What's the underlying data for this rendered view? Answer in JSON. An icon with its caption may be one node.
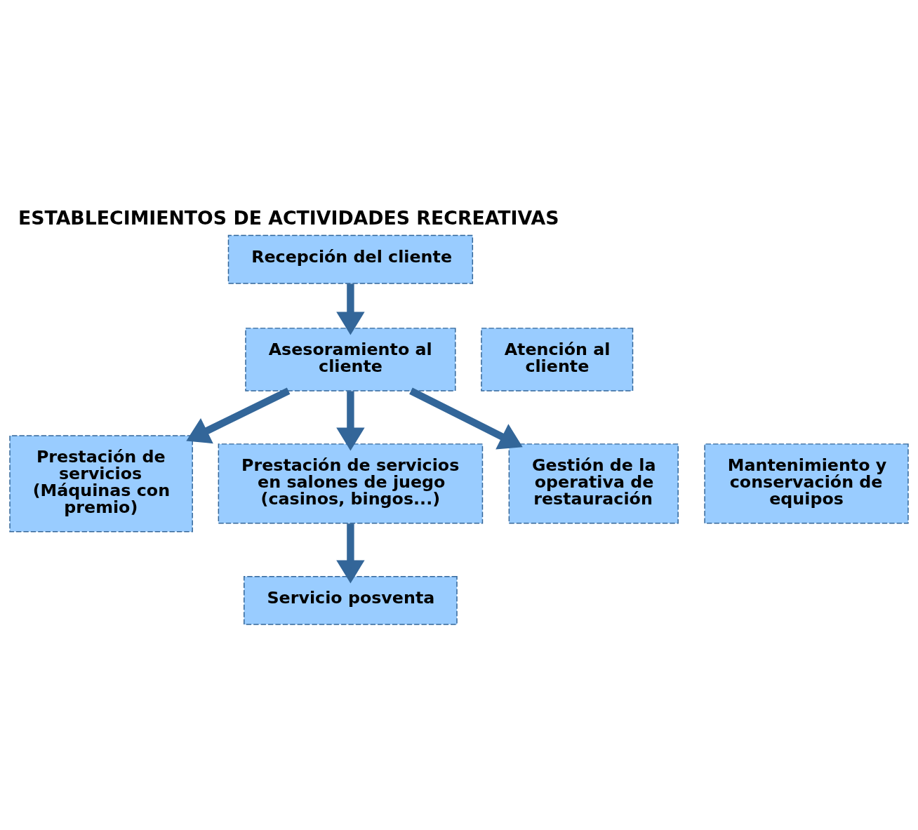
{
  "diagram": {
    "title": "ESTABLECIMIENTOS DE ACTIVIDADES RECREATIVAS",
    "nodes": [
      {
        "text": [
          "Recepción del cliente"
        ]
      },
      {
        "text": [
          "Asesoramiento al cliente"
        ]
      },
      {
        "text": [
          "Prestación de servicios (Máquinas con premio)"
        ]
      },
      {
        "text": [
          "Prestación de servicios en salones de juego (casinos, bingos...)"
        ]
      },
      {
        "text": [
          "Gestión de la operativa de restauración"
        ]
      },
      {
        "text": [
          "Servicio posventa"
        ]
      },
      {
        "text": [
          "Atención al cliente"
        ]
      },
      {
        "text": [
          "Mantenimiento y conservación de equipos"
        ]
      }
    ],
    "edges": [
      {
        "from": 0,
        "to": 1,
        "arrow": "to"
      },
      {
        "from": 1,
        "to": 2,
        "arrow": "to"
      },
      {
        "from": 1,
        "to": 3,
        "arrow": "to"
      },
      {
        "from": 1,
        "to": 4,
        "arrow": "to"
      },
      {
        "from": 3,
        "to": 5,
        "arrow": "to"
      }
    ]
  }
}
